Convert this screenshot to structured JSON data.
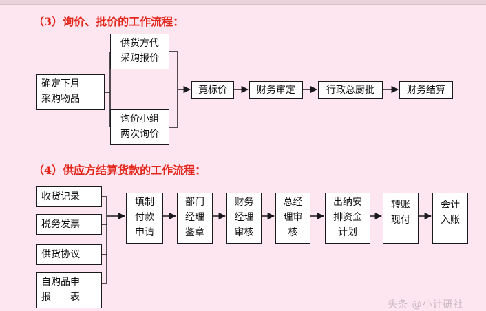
{
  "section3": {
    "heading": "（3）询价、批价的工作流程：",
    "start": "确定下月\n采购物品",
    "branch_top": "供货方代\n采购报价",
    "branch_bottom": "询价小组\n两次询价",
    "steps": [
      "竟标价",
      "财务审定",
      "行政总厨批",
      "财务结算"
    ]
  },
  "section4": {
    "heading": "（4）供应方结算货款的工作流程：",
    "inputs": [
      "收货记录",
      "税务发票",
      "供货协议",
      "自购品申\n报　　表"
    ],
    "steps": [
      "填制\n付款\n申请",
      "部门\n经理\n鉴章",
      "财务\n经理\n审核",
      "总经\n理审\n核",
      "出纳安\n排资金\n计划",
      "转账\n现付",
      "会计\n入账"
    ]
  },
  "watermark": "头条 @小计研社"
}
